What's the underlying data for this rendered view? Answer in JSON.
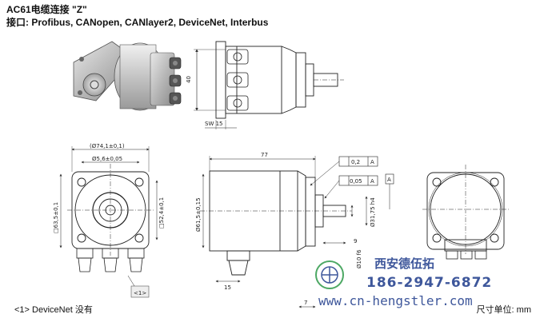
{
  "header": {
    "title": "AC61电缆连接 \"Z\"",
    "subtitle": "接口: Profibus, CANopen, CANlayer2, DeviceNet, Interbus"
  },
  "footer": {
    "note": "<1> DeviceNet 没有",
    "units": "尺寸单位: mm"
  },
  "dimensions": {
    "top_height": "40",
    "sw": "SW 15",
    "outer_dia": "(Ø74,1±0,1)",
    "bolt_dia": "Ø5,6±0,05",
    "square_left": "□63,5±0,1",
    "square_right": "□52,4±0,1",
    "length": "77",
    "body_dia": "Ø61,5±0,15",
    "shaft_dia": "Ø31,75 h4",
    "shaft_10": "Ø10 f6",
    "dim_9": "9",
    "dim_15": "15",
    "dim_7": "7",
    "tol_1": "0,2",
    "tol_1_ref": "A",
    "tol_2": "0,05",
    "tol_2_ref": "A",
    "datum": "A",
    "callout": "<1>"
  },
  "watermark": {
    "name": "西安德伍拓",
    "phone": "186-2947-6872",
    "web": "www.cn-hengstler.com"
  }
}
